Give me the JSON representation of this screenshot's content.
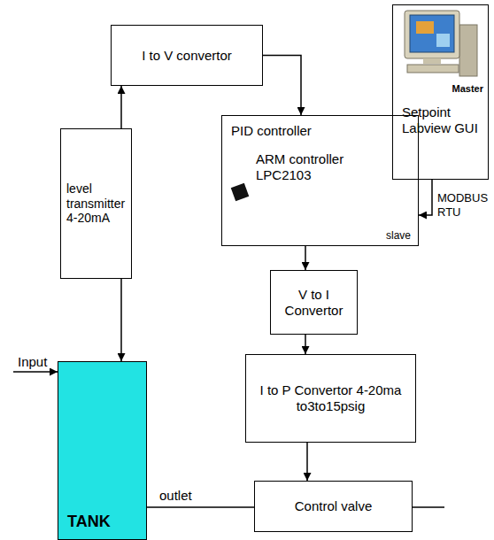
{
  "diagram": {
    "nodes": [
      {
        "text": [
          "I to V convertor"
        ]
      },
      {
        "text": [
          "Master",
          "Setpoint Labview GUI"
        ]
      },
      {
        "text": [
          "PID controller",
          "ARM controller LPC2103",
          "slave"
        ]
      },
      {
        "text": [
          "level transmitter 4-20mA"
        ]
      },
      {
        "text": [
          "V to I Convertor"
        ]
      },
      {
        "text": [
          "I to P Convertor 4-20ma to3to15psig"
        ]
      },
      {
        "text": [
          "TANK"
        ]
      },
      {
        "text": [
          "Control valve"
        ]
      }
    ],
    "edges": [
      {
        "from": 3,
        "to": 0,
        "arrow": "to"
      },
      {
        "from": 0,
        "to": 2,
        "arrow": "to"
      },
      {
        "from": 1,
        "to": 2,
        "arrow": "to"
      },
      {
        "from": 3,
        "to": 6,
        "arrow": "to"
      },
      {
        "from": 2,
        "to": 4,
        "arrow": "to"
      },
      {
        "from": 4,
        "to": 5,
        "arrow": "to"
      },
      {
        "from": 5,
        "to": 7,
        "arrow": "to"
      },
      {
        "from": 6,
        "to": 7,
        "arrow": "none"
      }
    ],
    "labels": [
      "Input",
      "MODBUS RTU",
      "outlet"
    ]
  }
}
